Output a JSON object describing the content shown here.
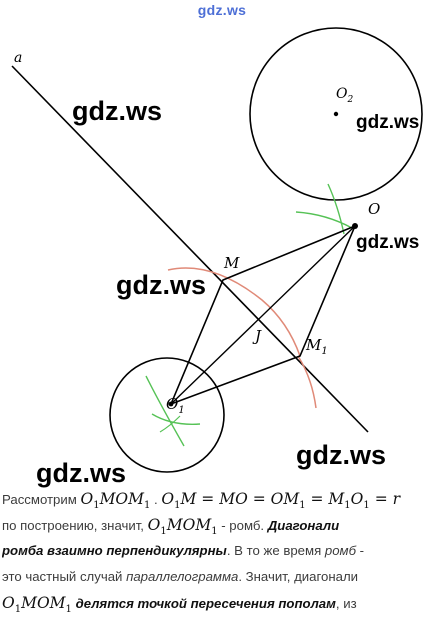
{
  "header": {
    "site_label": "gdz.ws"
  },
  "watermarks": {
    "wm1": "gdz.ws",
    "wm2": "gdz.ws",
    "wm3": "gdz.ws",
    "wm4": "gdz.ws",
    "wm5": "gdz.ws",
    "wm6": "gdz.ws"
  },
  "figure": {
    "labels": {
      "a": "a",
      "o2": "O",
      "o2_sub": "2",
      "o": "O",
      "m": "M",
      "j": "J",
      "m1": "M",
      "m1_sub": "1",
      "o1": "O",
      "o1_sub": "1"
    }
  },
  "text": {
    "l1_a": "Рассмотрим ",
    "l1_math1": "O",
    "l1_math1_sub": "1",
    "l1_math1_rest": "MOM",
    "l1_math1_sub2": "1",
    "l1_gap": " . ",
    "l1_math2": "O",
    "l1_math2_sub": "1",
    "l1_math2_rest": "M = MO = OM",
    "l1_math2_sub2": "1",
    "l1_math2_rest2": " = M",
    "l1_math2_sub3": "1",
    "l1_math2_rest3": "O",
    "l1_math2_sub4": "1",
    "l1_math2_rest4": " = r",
    "l2_a": "по построению, значит, ",
    "l2_math": "O",
    "l2_math_sub": "1",
    "l2_math_rest": "MOM",
    "l2_math_sub2": "1",
    "l2_b": " - ромб. ",
    "l2_bi": "Диагонали",
    "l3_bi": "ромба взаимно перпендикулярны",
    "l3_b": ". В то же время ",
    "l3_it": "ромб",
    "l3_c": " -",
    "l4_a": "это частный случай ",
    "l4_it": "параллелограмма",
    "l4_b": ". Значит, диагонали",
    "l5_math": "O",
    "l5_math_sub": "1",
    "l5_math_rest": "MOM",
    "l5_math_sub2": "1",
    "l5_bi": " делятся точкой пересечения пополам",
    "l5_b": ", из"
  }
}
